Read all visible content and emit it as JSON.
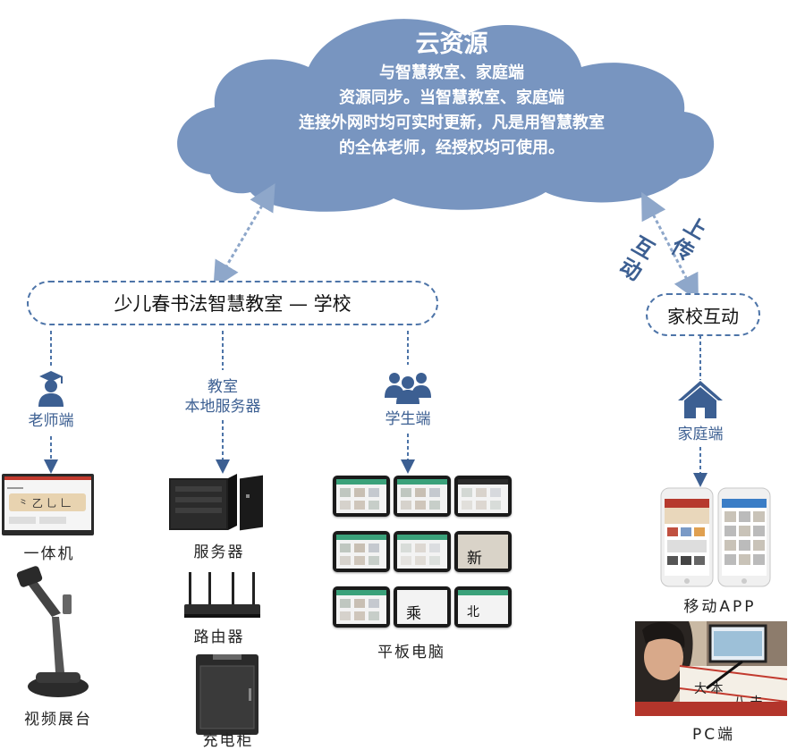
{
  "cloud": {
    "title": "云资源",
    "lines": [
      "与智慧教室、家庭端",
      "资源同步。当智慧教室、家庭端",
      "连接外网时均可实时更新，凡是用智慧教室",
      "的全体老师，经授权均可使用。"
    ]
  },
  "school": {
    "label": "少儿春书法智慧教室 — 学校"
  },
  "home_link": {
    "label": "家校互动"
  },
  "arrow_labels": {
    "upload": "上传",
    "interact": "互动"
  },
  "branches": {
    "teacher": "老师端",
    "server_node": "教室\n本地服务器",
    "student": "学生端",
    "family": "家庭端"
  },
  "devices": {
    "allinone": "一体机",
    "visualizer": "视频展台",
    "server": "服务器",
    "router": "路由器",
    "cabinet": "充电柜",
    "tablet": "平板电脑",
    "mobile_app": "移动APP",
    "pc": "PC端"
  },
  "tablet_chars": [
    "新",
    "乘",
    "北"
  ],
  "colors": {
    "cloud": "#7895c0",
    "accent": "#3c5f92",
    "dashed": "#4d74a8"
  }
}
